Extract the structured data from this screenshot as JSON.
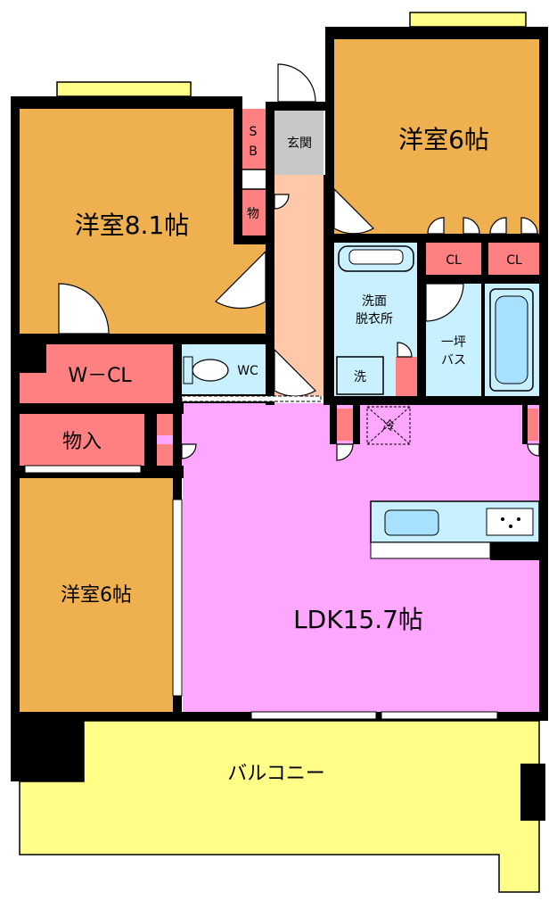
{
  "rooms": {
    "western_room_8_1": "洋室8.1帖",
    "western_room_6_top": "洋室6帖",
    "western_room_6_left": "洋室6帖",
    "ldk": "LDK15.7帖",
    "balcony": "バルコニー",
    "entrance": "玄関",
    "shoe_box": "SB",
    "storage_small": "物",
    "storage_large": "物入",
    "walk_in_closet": "W－CL",
    "toilet": "WC",
    "washroom_line1": "洗面",
    "washroom_line2": "脱衣所",
    "washer": "洗",
    "bath_line1": "一坪",
    "bath_line2": "バス",
    "closet_1": "CL",
    "closet_2": "CL",
    "fridge": "冷"
  },
  "colors": {
    "western_room": "#efb050",
    "ldk": "#ffa6ff",
    "balcony": "#ffff88",
    "storage": "#ff8080",
    "hallway": "#ffc8a8",
    "wet_area": "#c8f0ff",
    "entrance": "#c8c8c8",
    "wall": "#000000"
  }
}
